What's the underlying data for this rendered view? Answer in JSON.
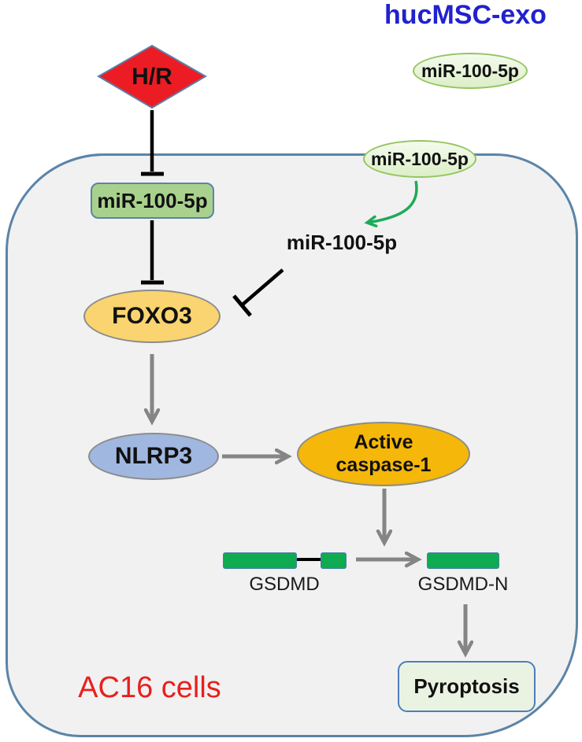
{
  "title": {
    "text": "hucMSC-exo",
    "color": "#2121CE"
  },
  "cell": {
    "name": "AC16 cells",
    "label_color": "#E8201D",
    "fill": "#F1F1F2",
    "membrane_color": "#5B84A7"
  },
  "nodes": {
    "hr": {
      "label": "H/R",
      "shape": "diamond",
      "fill": "#EC1C24",
      "border": "#5D7FA8"
    },
    "exo_mir_top": {
      "label": "miR-100-5p",
      "shape": "ellipse",
      "fill": "#E3F2D2",
      "border": "#94C560"
    },
    "exo_mir_membrane": {
      "label": "miR-100-5p",
      "shape": "ellipse",
      "fill": "#E3F2D2",
      "border": "#94C560"
    },
    "mir_box": {
      "label": "miR-100-5p",
      "shape": "rounded-rect",
      "fill": "#A9D18E",
      "border": "#5B84A7"
    },
    "mir_free": {
      "label": "miR-100-5p",
      "shape": "text"
    },
    "foxo3": {
      "label": "FOXO3",
      "shape": "ellipse",
      "fill": "#FAD470",
      "border": "#8C8C8C"
    },
    "nlrp3": {
      "label": "NLRP3",
      "shape": "ellipse",
      "fill": "#A0B7E0",
      "border": "#8C8C8C"
    },
    "caspase": {
      "label_line1": "Active",
      "label_line2": "caspase-1",
      "shape": "ellipse",
      "fill": "#F4B70A",
      "border": "#8C8C8C"
    },
    "gsdmd": {
      "label": "GSDMD",
      "shape": "two-green-bars",
      "fill": "#0FAB50"
    },
    "gsdmd_n": {
      "label": "GSDMD-N",
      "shape": "green-bar",
      "fill": "#0FAB50"
    },
    "pyroptosis": {
      "label": "Pyroptosis",
      "shape": "rounded-rect",
      "fill": "#EAF3E2",
      "border": "#4D7EBB"
    }
  },
  "edges": [
    {
      "from": "H/R",
      "to": "miR-100-5p (AC16 cells)",
      "type": "inhibition",
      "color": "#000000"
    },
    {
      "from": "miR-100-5p (AC16 cells)",
      "to": "FOXO3",
      "type": "inhibition",
      "color": "#000000"
    },
    {
      "from": "hucMSC-exo miR-100-5p",
      "to": "cytoplasmic miR-100-5p",
      "type": "delivery",
      "color": "#1FAA59"
    },
    {
      "from": "cytoplasmic miR-100-5p",
      "to": "FOXO3",
      "type": "inhibition",
      "color": "#000000"
    },
    {
      "from": "FOXO3",
      "to": "NLRP3",
      "type": "activation",
      "color": "#858585"
    },
    {
      "from": "NLRP3",
      "to": "Active caspase-1",
      "type": "activation",
      "color": "#858585"
    },
    {
      "from": "Active caspase-1",
      "to": "GSDMD cleavage",
      "type": "activation",
      "color": "#858585"
    },
    {
      "from": "GSDMD",
      "to": "GSDMD-N",
      "type": "cleavage",
      "color": "#858585"
    },
    {
      "from": "GSDMD-N",
      "to": "Pyroptosis",
      "type": "activation",
      "color": "#858585"
    }
  ]
}
